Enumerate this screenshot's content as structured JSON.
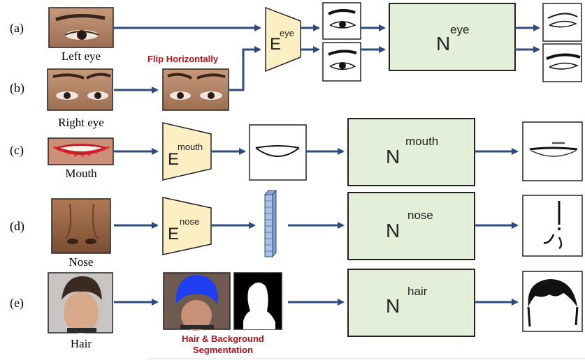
{
  "rows": {
    "a": {
      "label": "(a)",
      "caption": "Left eye",
      "encoder": "E",
      "encoder_sup": "eye",
      "network": "N",
      "network_sup": "eye"
    },
    "b": {
      "label": "(b)",
      "caption": "Right eye",
      "flip": "Flip Horizontally"
    },
    "c": {
      "label": "(c)",
      "caption": "Mouth",
      "encoder": "E",
      "encoder_sup": "mouth",
      "network": "N",
      "network_sup": "mouth"
    },
    "d": {
      "label": "(d)",
      "caption": "Nose",
      "encoder": "E",
      "encoder_sup": "nose",
      "network": "N",
      "network_sup": "nose"
    },
    "e": {
      "label": "(e)",
      "caption": "Hair",
      "segmentation": "Hair & Background",
      "segmentation2": "Segmentation",
      "network": "N",
      "network_sup": "hair"
    }
  },
  "colors": {
    "arrow": "#2e4a7e",
    "encoder_fill": "#fdefc4",
    "network_fill": "#e3efd9",
    "red_text": "#b5121b",
    "feature_fill": "#a9c1e3"
  },
  "icons": [
    "left-eye-photo",
    "right-eye-photo",
    "mouth-photo",
    "nose-photo",
    "hair-photo",
    "eye-sketch",
    "mouth-sketch",
    "nose-sketch",
    "hair-sketch",
    "segmentation-mask",
    "feature-vector"
  ]
}
